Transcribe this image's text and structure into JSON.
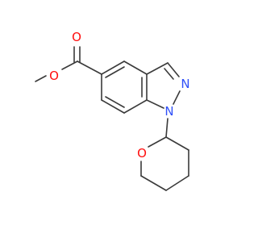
{
  "molecule": {
    "atoms": {
      "ether_oxygen": "O",
      "carbonyl_oxygen": "O",
      "pyrazole_n2": "N",
      "pyrazole_n1": "N",
      "ring_oxygen": "O"
    },
    "colors": {
      "oxygen": "#ff0d0d",
      "nitrogen": "#3050f8",
      "bond": "#3a3a3a"
    }
  }
}
